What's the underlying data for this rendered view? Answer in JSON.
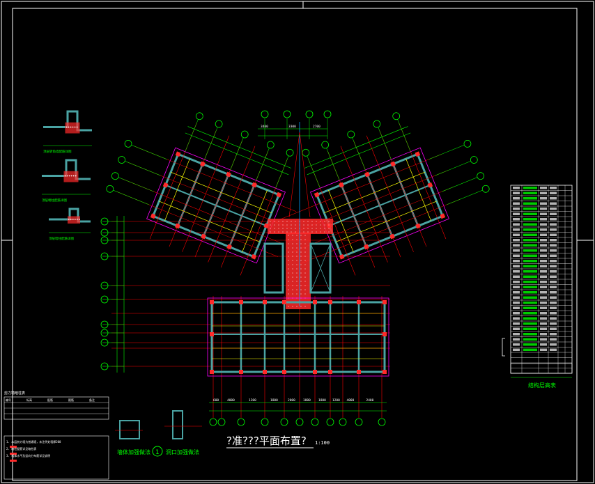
{
  "drawing": {
    "title": "?准???平面布置?",
    "scale": "1:100",
    "colors": {
      "background": "#000000",
      "frame": "#ffffff",
      "axis_bubble": "#00ff00",
      "dimension": "#00ff00",
      "grid_line": "#ff0000",
      "column_fill": "#ff2a2a",
      "wall": "#4aa3a3",
      "slab_edge": "#ff00ff",
      "beam": "#ffff00",
      "core_line": "#00a0ff",
      "text_green": "#00ff00",
      "text_white": "#ffffff"
    }
  },
  "details": {
    "left_top_label": "顶层转角墙配筋详图",
    "left_mid_label": "顶层端柱配筋详图",
    "left_low_label": "顶层暗柱配筋详图",
    "bottom_detail_1": "墙体加强做法",
    "bottom_detail_2_number": "1",
    "bottom_detail_2": "洞口加强做法"
  },
  "notes": {
    "table_title": "剪力墙暗柱表",
    "table_headers": [
      "编号",
      "标高",
      "配筋",
      "箍筋",
      "备注"
    ],
    "legend_lines": [
      "1. 本层剪力墙为普通墙，未注明处墙厚200",
      "2. 暗柱配筋详见暗柱表",
      "3. 墙体水平及竖向分布筋详见说明"
    ]
  },
  "schedule": {
    "title": "结构层高表",
    "rows": 36
  },
  "bottom_dims": [
    "600",
    "4000",
    "1200",
    "1800",
    "2000",
    "1800",
    "1800",
    "1200",
    "4000",
    "2400"
  ],
  "top_dims_center": [
    "3400",
    "3300",
    "2700"
  ]
}
